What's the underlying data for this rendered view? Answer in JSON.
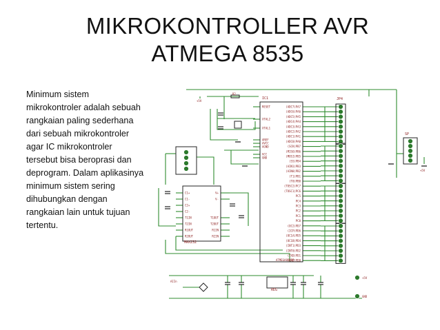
{
  "slide": {
    "title_line1": "MIKROKONTROLLER AVR",
    "title_line2": "ATMEGA 8535",
    "body": "Minimum sistem mikrokontroler adalah sebuah rangkaian paling sederhana dari sebuah mikrokontroler agar IC mikrokontroler tersebut bisa beroprasi dan deprogram. Dalam aplikasinya minimum sistem sering dihubungkan dengan rangkaian lain untuk tujuan tertentu."
  },
  "schematic": {
    "colors": {
      "wire": "#2e8b2e",
      "part": "#222222",
      "label": "#8b1a1a",
      "pad": "#2d7a2d"
    },
    "labels": {
      "ic1": "IC1",
      "reset": "RESET",
      "xtal2": "XTAL2",
      "xtal1": "XTAL1",
      "aref": "AREF",
      "avcc": "AVCC",
      "agnd": "AGND",
      "vcc": "VCC",
      "gnd": "GND",
      "adc7": "(ADC7)PA7",
      "oc2": "(OC2)PD7",
      "ic1_name": "ATMEGA8535P",
      "max232": "MAX232",
      "jp": "JP4",
      "sp": "SP",
      "reg": "REG",
      "ain": "AIIn",
      "r0": "R1",
      "r2": "R2",
      "vcc_tag": "+5V",
      "gnd_tag": "GND"
    },
    "pin_labels_right": [
      "(ADC7)PA7",
      "(ADC6)PA6",
      "(ADC5)PA5",
      "(ADC4)PA4",
      "(ADC3)PA3",
      "(ADC2)PA2",
      "(ADC1)PA1",
      "(ADC0)PA0",
      "(SCK)PB7",
      "(MISO)PB6",
      "(MOSI)PB5",
      "(SS)PB4",
      "(AIN1)PB3",
      "(AIN0)PB2",
      "(T1)PB1",
      "(T0)PB0",
      "(TOSC2)PC7",
      "(TOSC1)PC6",
      "PC5",
      "PC4",
      "PC3",
      "PC2",
      "PC1",
      "PC0",
      "(OC2)PD7",
      "(ICP)PD6",
      "(OC1A)PD5",
      "(OC1B)PD4",
      "(INT1)PD3",
      "(INT0)PD2",
      "(TXD)PD1",
      "(RXD)PD0"
    ],
    "max_pins_left": [
      "C1+",
      "C1-",
      "C2+",
      "C2-",
      "T1IN",
      "T2IN",
      "R1OUT",
      "R2OUT"
    ],
    "max_pins_right": [
      "V+",
      "V-",
      "",
      "",
      "T1OUT",
      "T2OUT",
      "R1IN",
      "R2IN"
    ]
  }
}
